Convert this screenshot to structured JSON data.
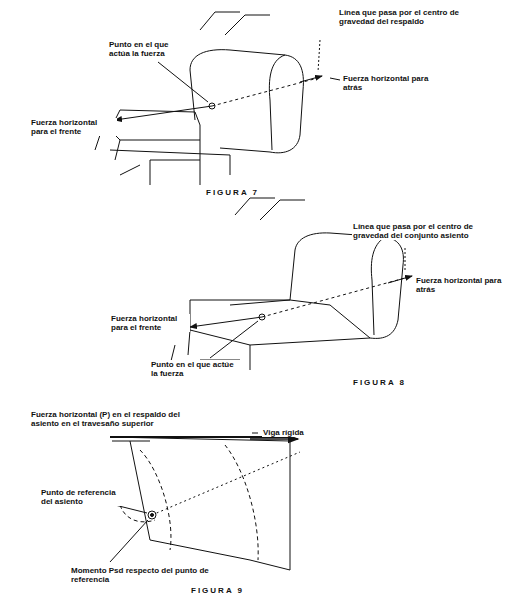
{
  "diagram": {
    "labels": [
      "Punto en el que actúa la fuerza",
      "Fuerza horizontal para el frente",
      "Línea que pasa por el centro de gravedad del respaldo",
      "Fuerza horizontal para atrás",
      "FIGURA 7",
      "Línea que pasa por el centro de gravedad del conjunto asiento",
      "Fuerza horizontal para atrás",
      "Fuerza horizontal para el frente",
      "Punto en el que actúe la fuerza",
      "FIGURA 8",
      "Fuerza horizontal (P) en el respaldo del asiento en el travesaño superior",
      "Viga rígida",
      "Punto de referencia del asiento",
      "Momento Psd respecto del punto de referencia",
      "FIGURA 9"
    ]
  }
}
